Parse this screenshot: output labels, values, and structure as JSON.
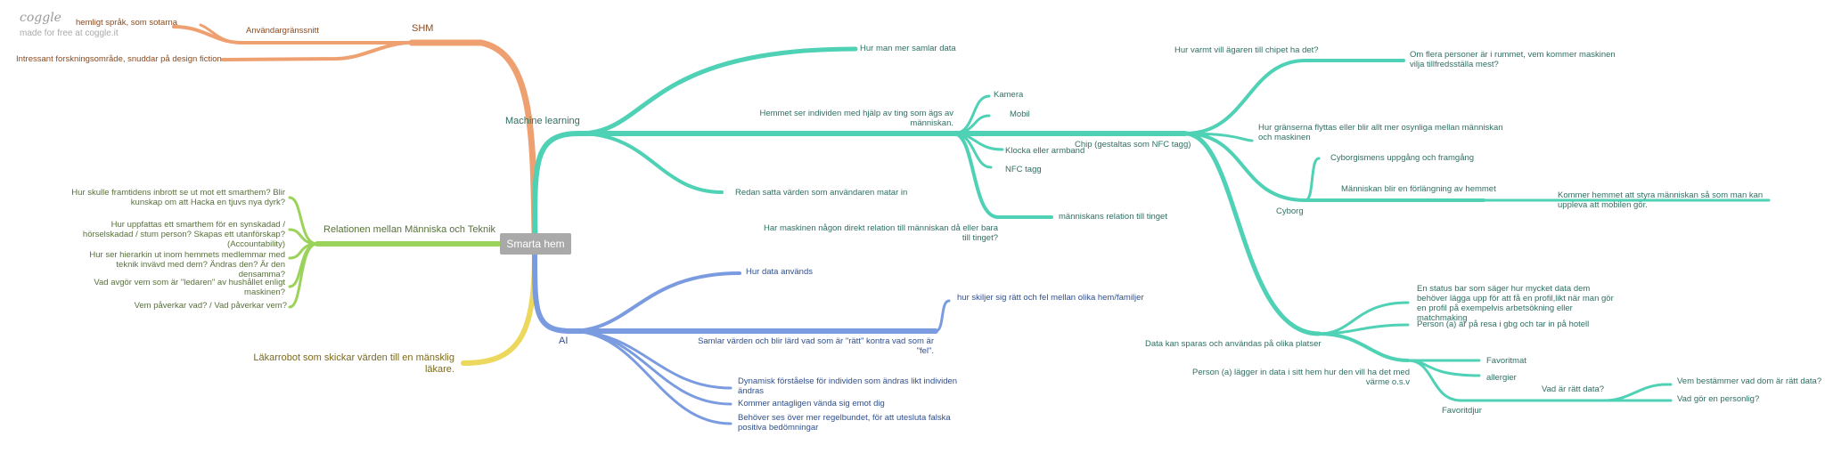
{
  "branding": {
    "logo": "coggle",
    "credit": "made for free at coggle.it"
  },
  "root": "Smarta hem",
  "colors": {
    "teal": "#4fd1b5",
    "blue": "#7b9be0",
    "green": "#9bd25a",
    "orange": "#efa070",
    "yellow": "#ecd85c",
    "root": "#a9a9a9"
  },
  "shm": {
    "label": "SHM",
    "ui": "Användargränssnitt",
    "secret": "hemligt språk, som sotarna",
    "research": "Intressant forskningsområde, snuddar på design fiction"
  },
  "relation": {
    "label": "Relationen mellan Människa och Teknik",
    "q1": "Hur skulle framtidens inbrott se ut mot ett smarthem? Blir kunskap om att Hacka en tjuvs nya dyrk?",
    "q2": "Hur uppfattas ett smarthem för en synskadad / hörselskadad / stum person? Skapas ett utanförskap? (Accountability)",
    "q3": "Hur ser hierarkin ut inom hemmets medlemmar med teknik invävd med dem? Ändras den? Är den densamma?",
    "q4": "Vad avgör vem som är \"ledaren\" av hushållet enligt maskinen?",
    "q5": "Vem påverkar vad? / Vad påverkar vem?"
  },
  "doctor": "Läkarrobot som skickar värden till en mänsklig läkare.",
  "ml": {
    "label": "Machine learning",
    "collect": "Hur man mer samlar data",
    "sees": "Hemmet ser individen med hjälp av ting som ägs av människan.",
    "camera": "Kamera",
    "mobile": "Mobil",
    "watch": "Klocka eller armband",
    "nfc": "NFC tagg",
    "chip": "Chip (gestaltas som NFC tagg)",
    "relation_thing": "människans relation till tinget",
    "direct": "Har maskinen någon direkt relation till människan då eller bara till tinget?",
    "already": "Redan satta värden som användaren matar in"
  },
  "chip": {
    "warm": "Hur varmt vill ägaren till chipet ha det?",
    "many": "Om flera personer är i rummet, vem kommer maskinen vilja tillfredsställa mest?",
    "borders": "Hur gränserna flyttas eller blir allt mer osynliga mellan människan och maskinen",
    "cyborg": "Cyborg",
    "cyborgism": "Cyborgismens uppgång och framgång",
    "extension": "Människan blir en förlängning av hemmet",
    "mobile_feel": "Kommer hemmet att styra människan så som man kan uppleva att mobilen gör.",
    "data_places": "Data kan sparas och användas på olika platser",
    "status": "En status bar som säger hur mycket data dem behöver lägga upp för att få en profil,likt när man gör en profil på exempelvis arbetsökning eller matchmaking",
    "travel": "Person (a) är på resa i gbg och tar in på hotell",
    "person_data": "Person (a) lägger in data i sitt hem hur den vill ha det med värme o.s.v",
    "fav_food": "Favoritmat",
    "allergies": "allergier",
    "fav_animal": "Favoritdjur",
    "right_data": "Vad är rätt data?",
    "who_decides": "Vem bestämmer vad dom är rätt data?",
    "personal": "Vad gör en personlig?"
  },
  "ai": {
    "label": "AI",
    "used": "Hur data används",
    "learns": "Samlar värden och blir lärd vad som är \"rätt\" kontra vad som är \"fel\".",
    "differ": "hur skiljer sig rätt och fel mellan olika hem/familjer",
    "dynamic": "Dynamisk förståelse för individen som ändras likt individen ändras",
    "turn": "Kommer antagligen vända sig emot dig",
    "seen": "Behöver ses över mer regelbundet, för att utesluta falska positiva bedömningar"
  }
}
